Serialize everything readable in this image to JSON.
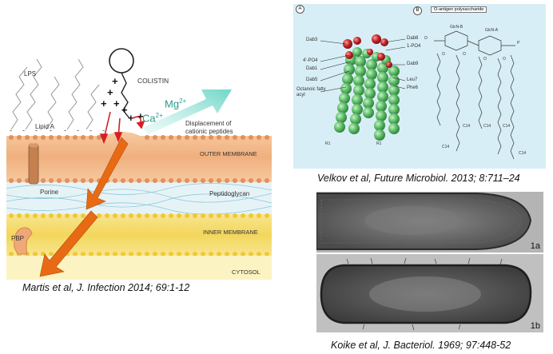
{
  "membrane_panel": {
    "labels": {
      "lps": "LPS",
      "colistin": "COLISTIN",
      "lipid_a": "Lipid A",
      "displacement": "Displacement of",
      "cationic_peptides": "cationic peptides",
      "outer_membrane": "OUTER MEMBRANE",
      "porine": "Porine",
      "peptidoglycan": "Peptidoglycan",
      "inner_membrane": "INNER MEMBRANE",
      "pbp": "PBP",
      "cytosol": "CYTOSOL"
    },
    "ions": {
      "ca_base": "Ca",
      "ca_sup": "2+",
      "mg_base": "Mg",
      "mg_sup": "2+"
    },
    "caption": "Martis et al, J. Infection 2014; 69:1-12",
    "colors": {
      "membrane": "#f2b98c",
      "membrane_head": "#e89a6a",
      "inner_membrane": "#f7e07a",
      "cytosol": "#f9ee9e",
      "arrow": "#e86a14",
      "teal_arrow": "#7fd8cc",
      "red_arrow": "#d42020"
    }
  },
  "structure_panel": {
    "panel_a_letter": "A",
    "panel_b_letter": "B",
    "o_antigen": "O-antigen polysaccharide",
    "left_labels": [
      "Dab3",
      "4'-PO4",
      "Dab1",
      "Dab5",
      "Octanoic fatty acyl"
    ],
    "right_labels": [
      "Dab8",
      "1-PO4",
      "Dab9",
      "Leu7",
      "Phe6"
    ],
    "chem_labels": {
      "glcn_b": "GlcN-B",
      "glcn_a": "GlcN-A",
      "c14": "C14",
      "r1": "R1"
    },
    "caption": "Velkov et al, Future Microbiol. 2013; 8:711–24",
    "colors": {
      "background": "#d8eef6",
      "sphere_green": "#5fbf6a",
      "sphere_red": "#c8282c"
    }
  },
  "micrograph_panel": {
    "label_top": "1a",
    "label_bottom": "1b",
    "caption": "Koike et al, J. Bacteriol. 1969; 97:448-52"
  }
}
